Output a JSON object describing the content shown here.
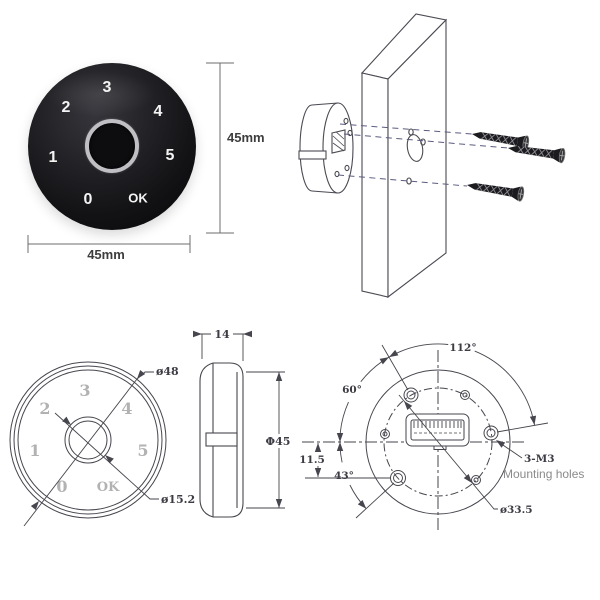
{
  "photo": {
    "keys": [
      "3",
      "2",
      "4",
      "1",
      "5",
      "0",
      "OK"
    ],
    "width_dim": "45mm",
    "height_dim": "45mm"
  },
  "front_view": {
    "keys": [
      "3",
      "2",
      "4",
      "1",
      "5",
      "0",
      "OK"
    ],
    "dim_outer": "ø48",
    "dim_sensor": "ø15.2"
  },
  "side_view": {
    "dim_thickness": "14",
    "dim_diameter": "Φ45"
  },
  "back_view": {
    "dim_angle_1": "112°",
    "dim_angle_2": "60°",
    "dim_angle_3": "43°",
    "dim_offset": "11.5",
    "dim_bolt_circle": "ø33.5",
    "hole_spec": "3-M3",
    "hole_spec_note": "Mounting holes"
  },
  "colors": {
    "line": "#4a4a52",
    "screw_path_dash": "#5b5b80",
    "photo_black": "#131316",
    "drawing_digit_gray": "#b2b2b2",
    "silver_ring": "#bfbfc4"
  }
}
